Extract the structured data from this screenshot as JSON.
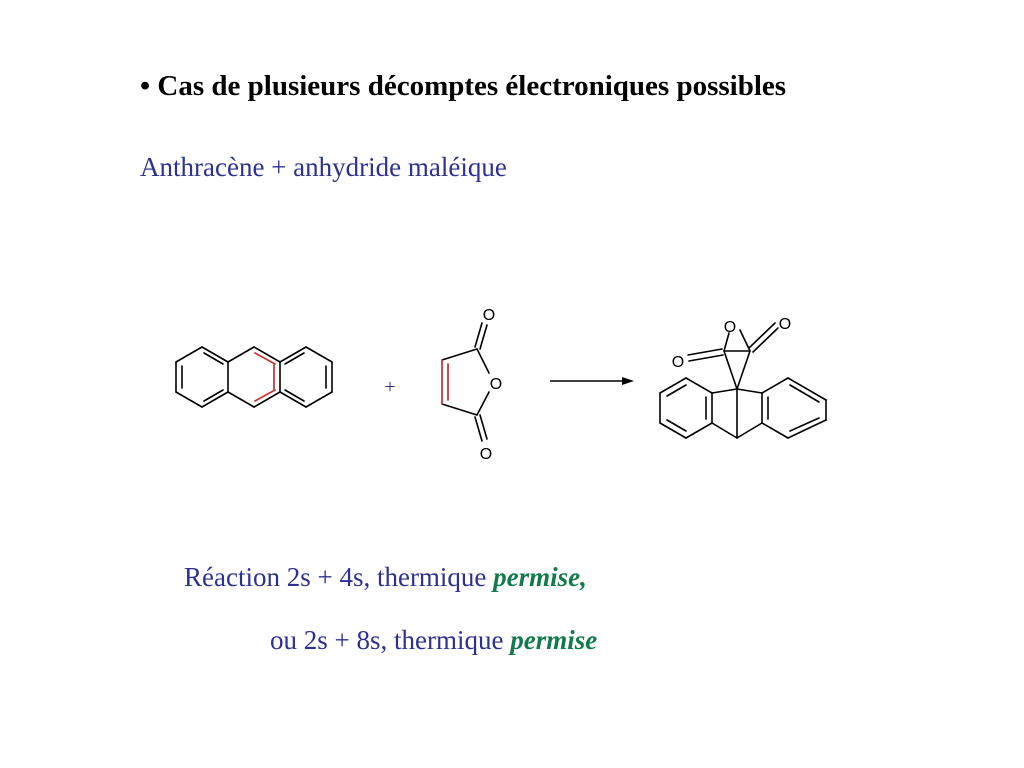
{
  "heading": {
    "bullet": "•",
    "text": "Cas de plusieurs décomptes électroniques possibles"
  },
  "subtitle": "Anthracène + anhydride maléique",
  "scheme": {
    "plus": "+",
    "oxygen": "O",
    "highlight_color": "#c8373a",
    "text_color": "#2e3192",
    "emphasis_color": "#137a4b"
  },
  "result": {
    "line1_prefix": "Réaction 2s + 4s, thermique",
    "line1_emphasis": "permise,",
    "line2_prefix": "ou 2s + 8s, thermique",
    "line2_emphasis": "permise"
  }
}
